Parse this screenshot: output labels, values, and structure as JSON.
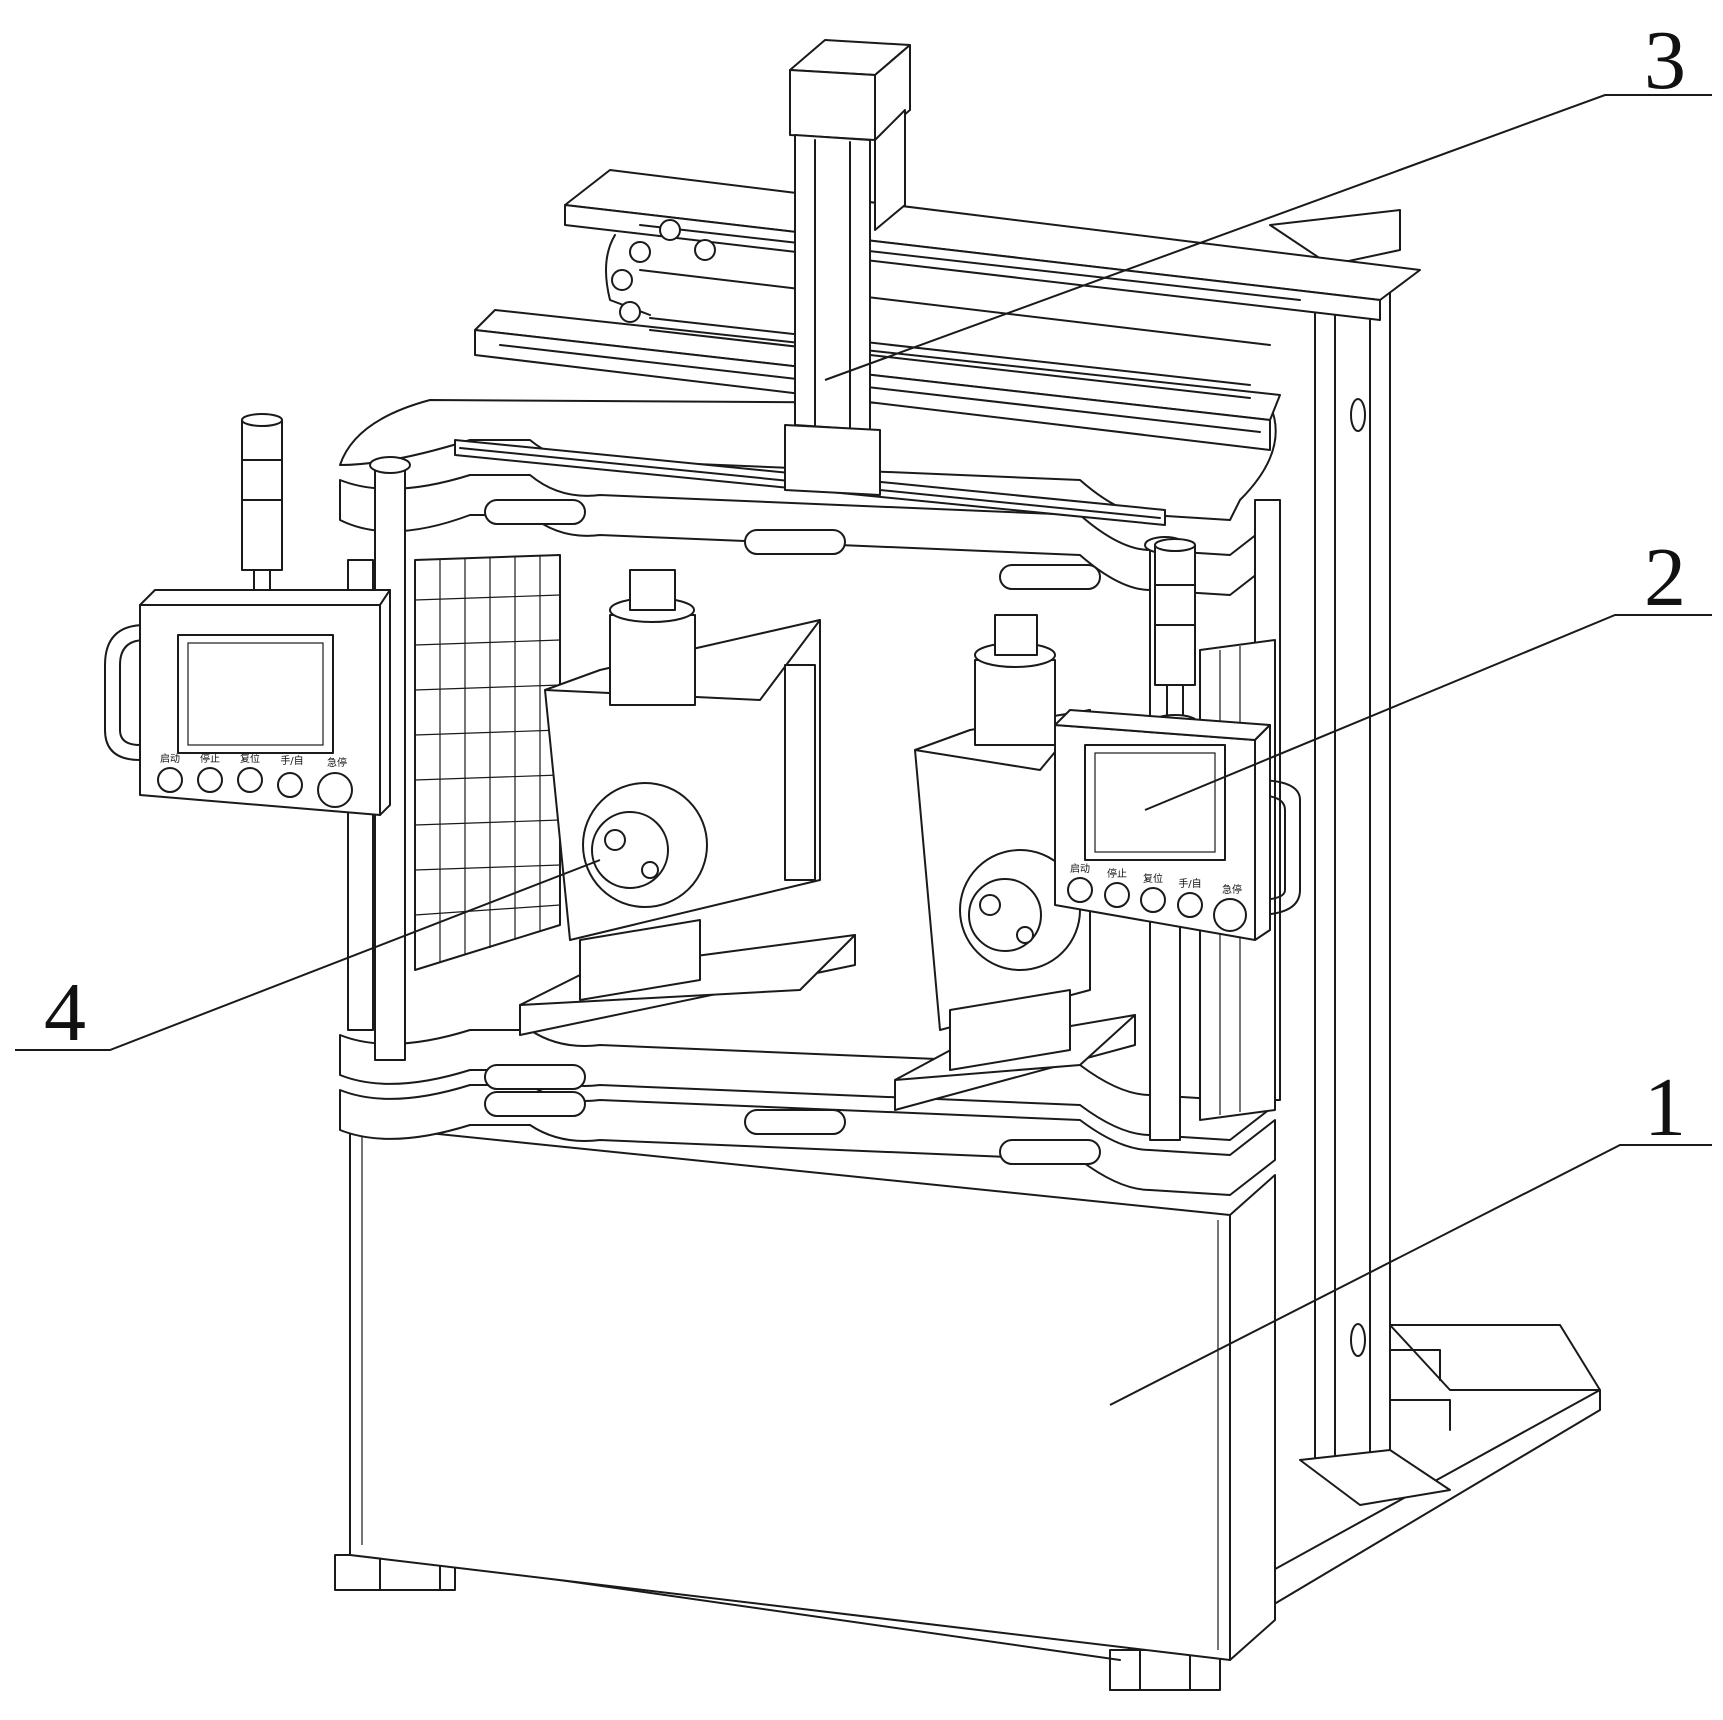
{
  "callouts": [
    {
      "label": "1"
    },
    {
      "label": "2"
    },
    {
      "label": "3"
    },
    {
      "label": "4"
    }
  ],
  "control_panels": [
    {
      "buttons": [
        "启动",
        "停止",
        "复位",
        "手/自",
        "急停"
      ]
    },
    {
      "buttons": [
        "启动",
        "停止",
        "复位",
        "手/自",
        "急停"
      ]
    }
  ],
  "colors": {
    "line": "#1a1a1a",
    "background": "#ffffff"
  }
}
